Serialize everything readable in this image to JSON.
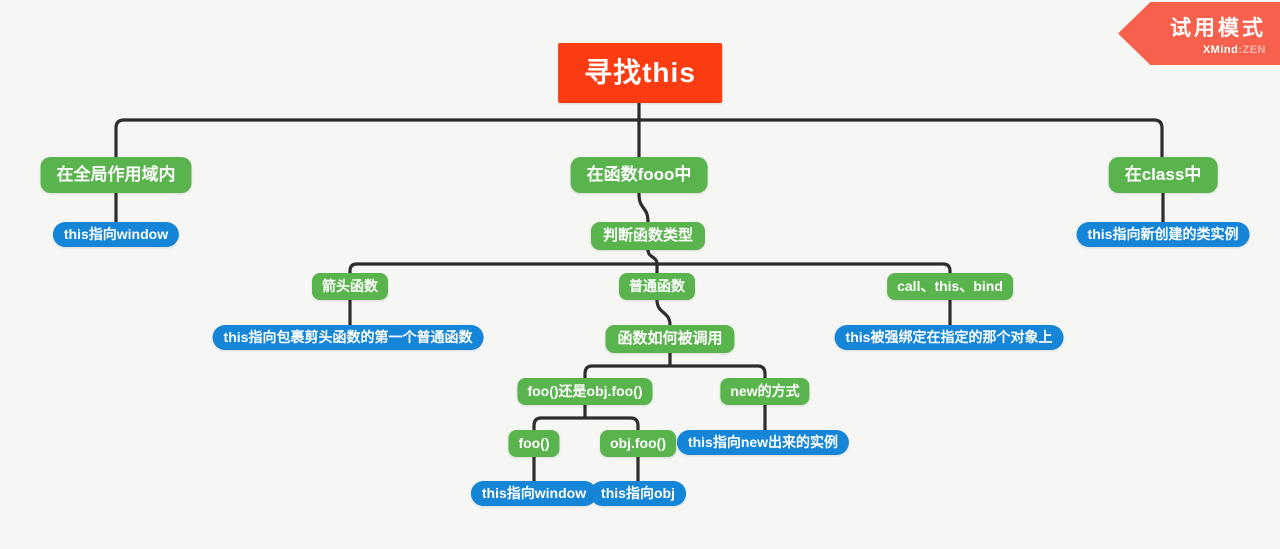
{
  "app": {
    "ribbon": {
      "title": "试用模式",
      "brand": "XMind",
      "brand_suffix": ":ZEN"
    }
  },
  "colors": {
    "canvas_bg": "#f6f6f5",
    "root_bg": "#fb3c12",
    "branch_bg": "#5ab44d",
    "leaf_bg": "#1585d8",
    "line_color": "#2d2d2d",
    "ribbon_bg": "#f7604d",
    "node_text": "#ffffff"
  },
  "mindmap": {
    "nodes": {
      "root": {
        "label": "寻找this"
      },
      "global_scope": {
        "label": "在全局作用域内"
      },
      "global_result": {
        "label": "this指向window"
      },
      "function_foo": {
        "label": "在函数fooo中"
      },
      "judge_type": {
        "label": "判断函数类型"
      },
      "in_class": {
        "label": "在class中"
      },
      "class_result": {
        "label": "this指向新创建的类实例"
      },
      "arrow_fn": {
        "label": "箭头函数"
      },
      "arrow_result": {
        "label": "this指向包裹剪头函数的第一个普通函数"
      },
      "normal_fn": {
        "label": "普通函数"
      },
      "how_called": {
        "label": "函数如何被调用"
      },
      "call_this_bind": {
        "label": "call、this、bind"
      },
      "bind_result": {
        "label": "this被强绑定在指定的那个对象上"
      },
      "foo_or_objfoo": {
        "label": "foo()还是obj.foo()"
      },
      "new_way": {
        "label": "new的方式"
      },
      "new_result": {
        "label": "this指向new出来的实例"
      },
      "foo_call": {
        "label": "foo()"
      },
      "objfoo_call": {
        "label": "obj.foo()"
      },
      "foo_call_result": {
        "label": "this指向window"
      },
      "objfoo_result": {
        "label": "this指向obj"
      }
    },
    "edges": [
      [
        "root",
        "global_scope"
      ],
      [
        "root",
        "function_foo"
      ],
      [
        "root",
        "in_class"
      ],
      [
        "global_scope",
        "global_result"
      ],
      [
        "function_foo",
        "judge_type"
      ],
      [
        "in_class",
        "class_result"
      ],
      [
        "judge_type",
        "arrow_fn"
      ],
      [
        "judge_type",
        "normal_fn"
      ],
      [
        "judge_type",
        "call_this_bind"
      ],
      [
        "arrow_fn",
        "arrow_result"
      ],
      [
        "normal_fn",
        "how_called"
      ],
      [
        "call_this_bind",
        "bind_result"
      ],
      [
        "how_called",
        "foo_or_objfoo"
      ],
      [
        "how_called",
        "new_way"
      ],
      [
        "foo_or_objfoo",
        "foo_call"
      ],
      [
        "foo_or_objfoo",
        "objfoo_call"
      ],
      [
        "new_way",
        "new_result"
      ],
      [
        "foo_call",
        "foo_call_result"
      ],
      [
        "objfoo_call",
        "objfoo_result"
      ]
    ]
  }
}
